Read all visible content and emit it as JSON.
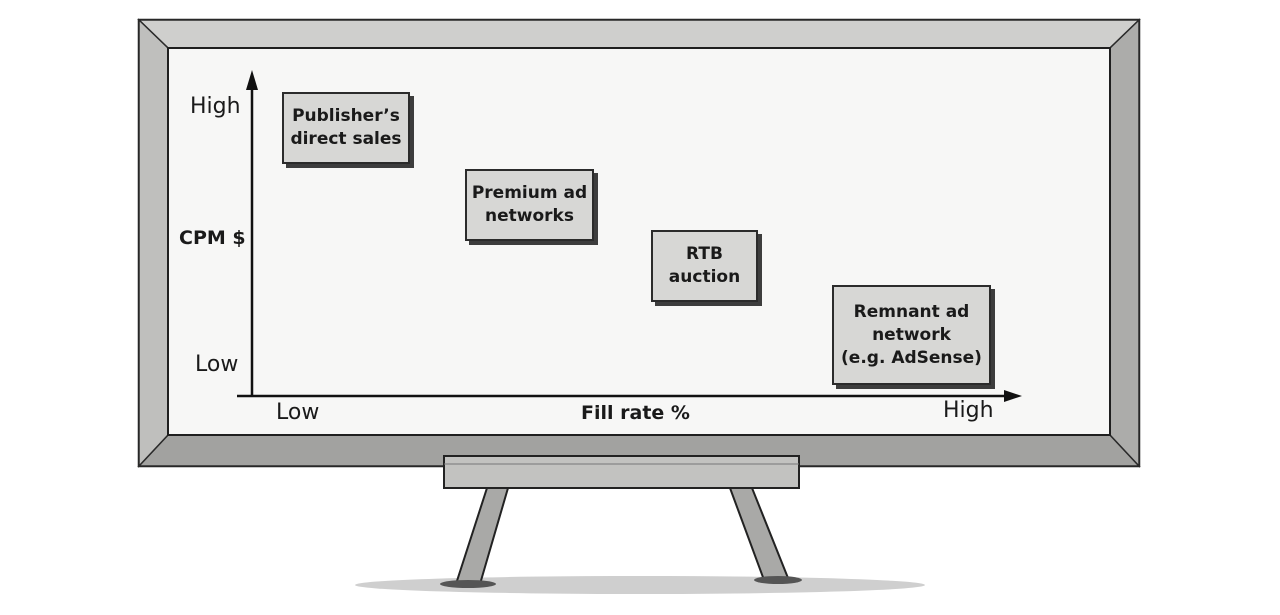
{
  "diagram": {
    "y_axis": {
      "title": "CPM $",
      "high_label": "High",
      "low_label": "Low"
    },
    "x_axis": {
      "title": "Fill rate %",
      "low_label": "Low",
      "high_label": "High"
    },
    "cards": [
      {
        "label": "Publisher’s\ndirect sales"
      },
      {
        "label": "Premium ad\nnetworks"
      },
      {
        "label": "RTB\nauction"
      },
      {
        "label": "Remnant ad\nnetwork\n(e.g. AdSense)"
      }
    ]
  }
}
